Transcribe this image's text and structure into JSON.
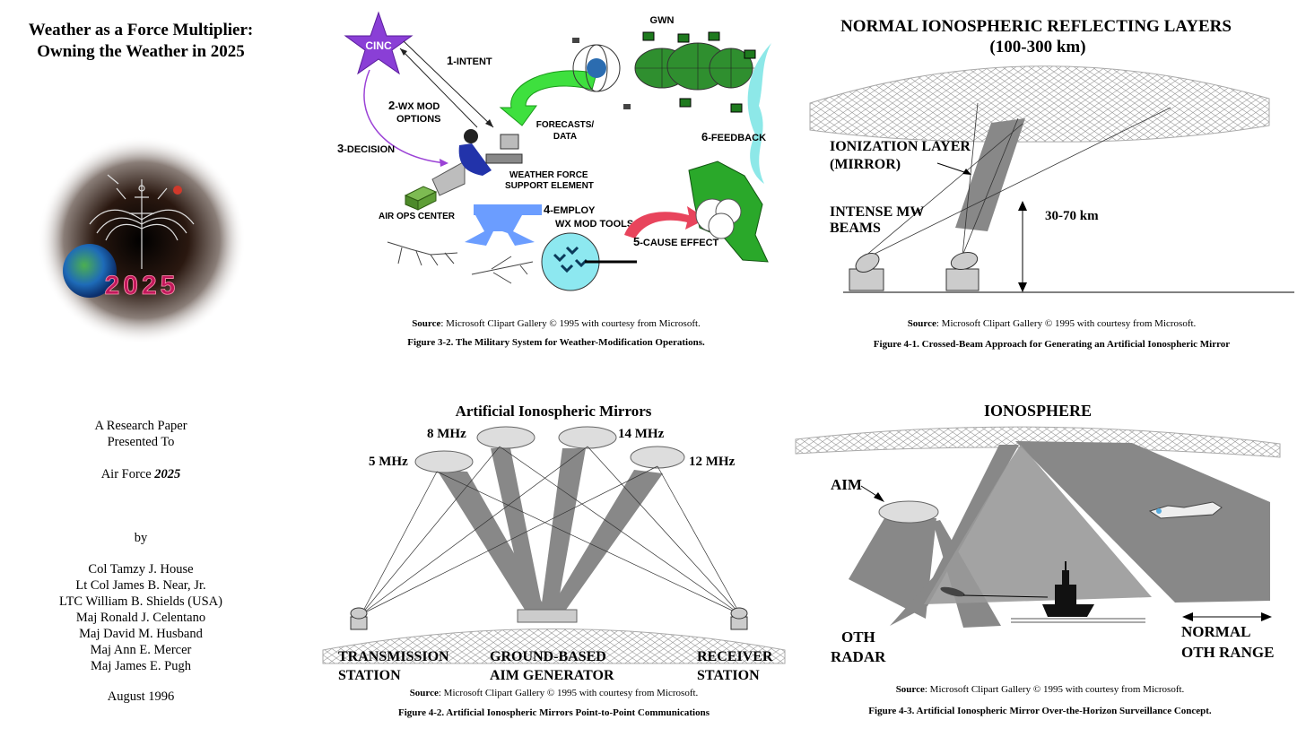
{
  "cover": {
    "title_line1": "Weather as a Force Multiplier:",
    "title_line2": "Owning the Weather in 2025",
    "logo_text": "2025",
    "presented_line1": "A Research Paper",
    "presented_line2": "Presented To",
    "air_force": "Air Force ",
    "air_force_year": "2025",
    "by": "by",
    "authors": [
      "Col Tamzy J. House",
      "Lt Col James B. Near, Jr.",
      "LTC William B. Shields (USA)",
      "Maj Ronald J. Celentano",
      "Maj David M. Husband",
      "Maj Ann E. Mercer",
      "Maj James E. Pugh"
    ],
    "date": "August 1996"
  },
  "source_bold": "Source",
  "source_rest": ": Microsoft Clipart Gallery © 1995 with courtesy from Microsoft.",
  "fig32": {
    "cinc": "CINC",
    "gwn": "GWN",
    "n1": "1",
    "intent": "-INTENT",
    "n2": "2",
    "wx1": "-WX MOD",
    "wx2": "OPTIONS",
    "n3": "3",
    "decision": "-DECISION",
    "forecasts1": "FORECASTS/",
    "forecasts2": "DATA",
    "n6": "6",
    "feedback": "-FEEDBACK",
    "wfse1": "WEATHER FORCE",
    "wfse2": "SUPPORT ELEMENT",
    "aoc": "AIR OPS CENTER",
    "n4": "4",
    "employ1": "-EMPLOY",
    "employ2": "WX MOD TOOLS",
    "n5": "5",
    "cause": "-CAUSE EFFECT",
    "caption": "Figure 3-2.  The Military System for Weather-Modification Operations."
  },
  "fig41": {
    "title1": "NORMAL IONOSPHERIC REFLECTING LAYERS",
    "title2": "(100-300 km)",
    "ion1": "IONIZATION LAYER",
    "ion2": "(MIRROR)",
    "beams1": "INTENSE MW",
    "beams2": "BEAMS",
    "height": "30-70 km",
    "caption": "Figure 4-1.  Crossed-Beam Approach for Generating an Artificial Ionospheric Mirror"
  },
  "fig42": {
    "title": "Artificial Ionospheric Mirrors",
    "f5": "5 MHz",
    "f8": "8 MHz",
    "f14": "14 MHz",
    "f12": "12 MHz",
    "tx1": "TRANSMISSION",
    "tx2": "STATION",
    "gb1": "GROUND-BASED",
    "gb2": "AIM GENERATOR",
    "rx1": "RECEIVER",
    "rx2": "STATION",
    "caption": "Figure 4-2.  Artificial Ionospheric Mirrors Point-to-Point Communications"
  },
  "fig43": {
    "title": "IONOSPHERE",
    "aim": "AIM",
    "oth1": "OTH",
    "oth2": "RADAR",
    "norm1": "NORMAL",
    "norm2": "OTH RANGE",
    "caption": "Figure 4-3.  Artificial Ionospheric Mirror Over-the-Horizon Surveillance Concept."
  }
}
